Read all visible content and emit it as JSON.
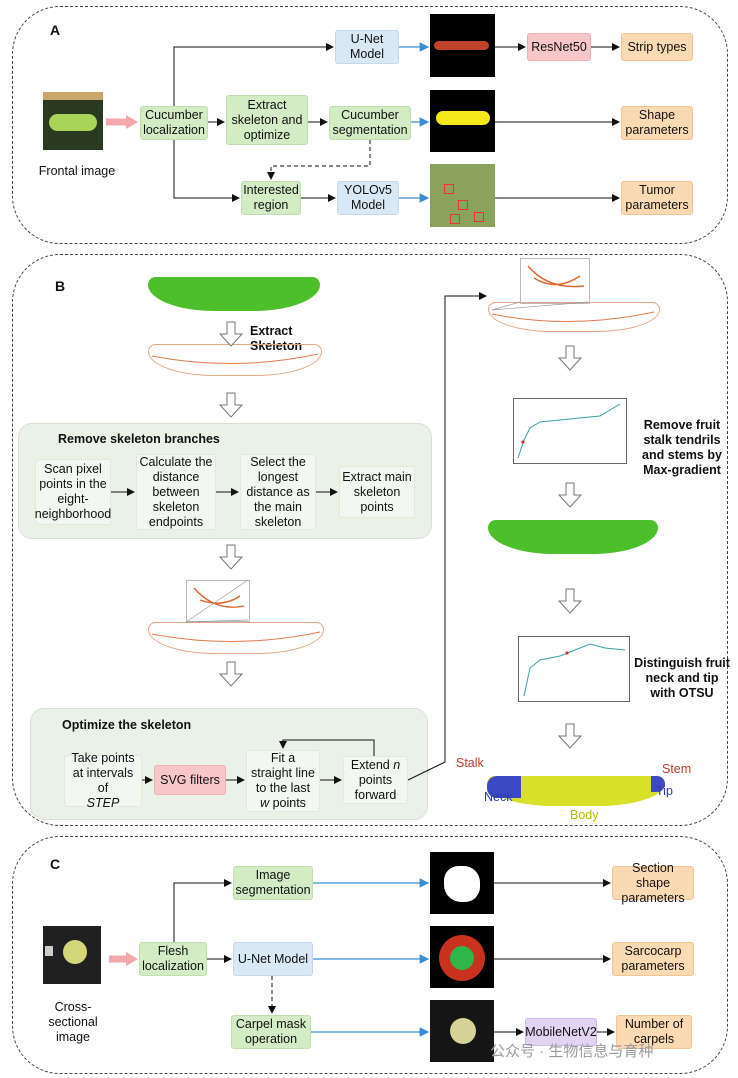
{
  "panels": {
    "a": "A",
    "b": "B",
    "c": "C"
  },
  "a": {
    "frontal_caption": "Frontal image",
    "localization": "Cucumber localization",
    "unet": "U-Net Model",
    "extract": "Extract skeleton and optimize",
    "segmentation": "Cucumber segmentation",
    "interested": "Interested region",
    "yolo": "YOLOv5 Model",
    "resnet": "ResNet50",
    "strip": "Strip types",
    "shape": "Shape parameters",
    "tumor": "Tumor parameters"
  },
  "b": {
    "extract_skeleton": "Extract Skeleton",
    "remove_branches_title": "Remove skeleton branches",
    "scan": "Scan pixel points in the eight-neighborhood",
    "calc": "Calculate the distance between skeleton endpoints",
    "select": "Select the longest distance as the main skeleton",
    "extract_main": "Extract main skeleton points",
    "optimize_title": "Optimize the skeleton",
    "take_points": "Take points at intervals of",
    "take_points_var": "STEP",
    "svg_filters": "SVG filters",
    "fit_line": "Fit a straight line to the last",
    "fit_line_var": "w",
    "fit_line_end": "points",
    "extend": "Extend",
    "extend_var": "n",
    "extend_end": "points forward",
    "remove_stalk": "Remove fruit stalk tendrils and stems by Max-gradient",
    "distinguish": "Distinguish fruit neck and tip with OTSU",
    "stalk": "Stalk",
    "stem": "Stem",
    "neck": "Neck",
    "tip": "Tip",
    "body": "Body"
  },
  "c": {
    "cross_caption": "Cross-sectional image",
    "flesh": "Flesh localization",
    "image_seg": "Image segmentation",
    "unet": "U-Net Model",
    "carpel_mask": "Carpel mask operation",
    "mobilenet": "MobileNetV2",
    "section_shape": "Section shape parameters",
    "sarcocarp": "Sarcocarp parameters",
    "carpels": "Number of carpels"
  },
  "watermark": "公众号 · 生物信息与育种",
  "colors": {
    "green_box": "#d3ecc6",
    "blue_box": "#d9e8f5",
    "pink_box": "#f7c6c8",
    "orange_box": "#fbd9b3",
    "violet_box": "#e2d3f2",
    "arrow_blue": "#3b8fd0",
    "cucumber_green": "#4cbf2a"
  }
}
